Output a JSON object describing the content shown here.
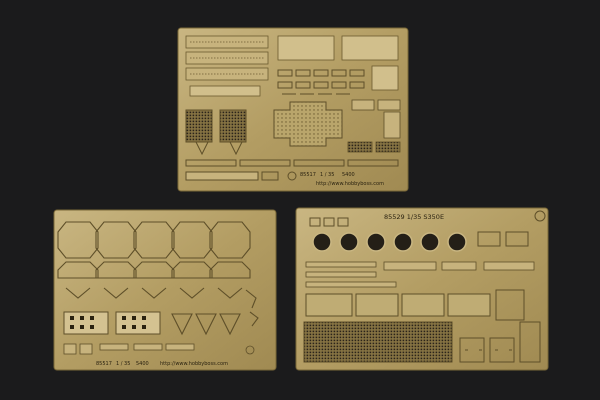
{
  "scene": {
    "description_colors": {
      "background": "#1b1b1c",
      "brass": "#b8a369",
      "brass_light": "#cbb985",
      "brass_dark": "#8f7c4a",
      "etch_line": "#6b5a2f"
    },
    "sheets": [
      {
        "id": "top",
        "code_text": "85517",
        "scale_text": "1 / 35",
        "part_text": "5400",
        "url_text": "http://www.hobbyboss.com"
      },
      {
        "id": "bottom-left",
        "code_text": "85517",
        "scale_text": "1 / 35",
        "part_text": "5400",
        "url_text": "http://www.hobbyboss.com"
      },
      {
        "id": "bottom-right",
        "header_text": "85529  1/35  S350E"
      }
    ]
  }
}
